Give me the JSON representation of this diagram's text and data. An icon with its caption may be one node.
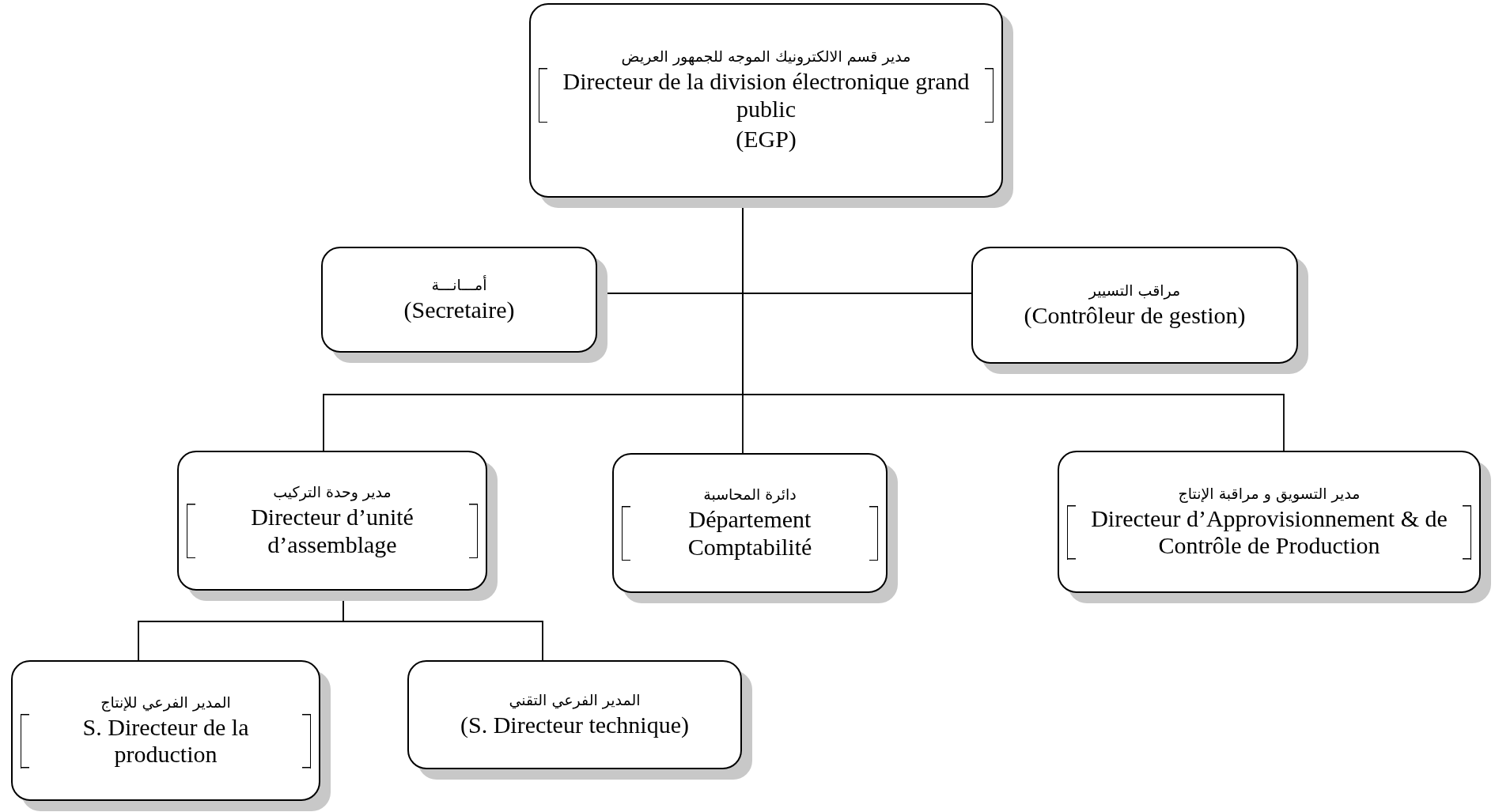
{
  "diagram": {
    "nodes": [
      {
        "text": [
          "مدير قسم الالكترونيك الموجه للجمهور العريض",
          "Directeur de la division électronique grand public",
          "(EGP)"
        ]
      },
      {
        "text": [
          "أمـــانـــة",
          "(Secretaire)"
        ]
      },
      {
        "text": [
          "مراقب التسيير",
          "(Contrôleur de gestion)"
        ]
      },
      {
        "text": [
          "مدير وحدة التركيب",
          "Directeur d’unité d’assemblage"
        ]
      },
      {
        "text": [
          "دائرة المحاسبة",
          "Département Comptabilité"
        ]
      },
      {
        "text": [
          "مدير التسويق و مراقبة الإنتاج",
          "Directeur d’Approvisionnement & de Contrôle de Production"
        ]
      },
      {
        "text": [
          "المدير الفرعي للإنتاج",
          "S. Directeur de la production"
        ]
      },
      {
        "text": [
          "المدير الفرعي التقني",
          "(S. Directeur technique)"
        ]
      }
    ],
    "edges": [
      {
        "from": 0,
        "to": 1,
        "arrow": "none"
      },
      {
        "from": 0,
        "to": 2,
        "arrow": "none"
      },
      {
        "from": 0,
        "to": 3,
        "arrow": "none"
      },
      {
        "from": 0,
        "to": 4,
        "arrow": "none"
      },
      {
        "from": 0,
        "to": 5,
        "arrow": "none"
      },
      {
        "from": 3,
        "to": 6,
        "arrow": "none"
      },
      {
        "from": 3,
        "to": 7,
        "arrow": "none"
      }
    ]
  }
}
